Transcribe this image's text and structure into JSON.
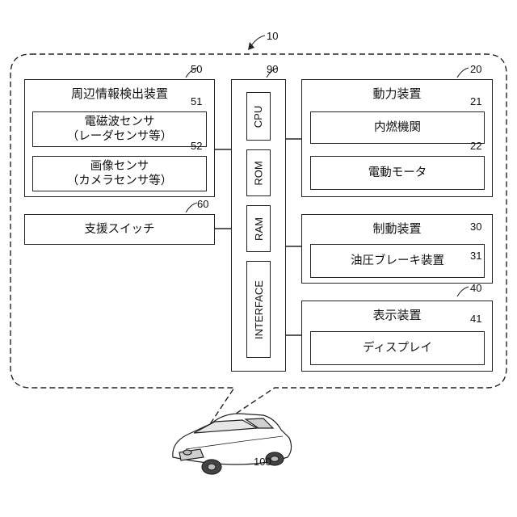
{
  "system": {
    "ref": "10"
  },
  "peripheral": {
    "ref": "50",
    "title": "周辺情報検出装置",
    "em_sensor": {
      "ref": "51",
      "line1": "電磁波センサ",
      "line2": "（レーダセンサ等）"
    },
    "image_sensor": {
      "ref": "52",
      "line1": "画像センサ",
      "line2": "（カメラセンサ等）"
    }
  },
  "support_switch": {
    "ref": "60",
    "label": "支援スイッチ"
  },
  "ecu": {
    "ref": "90",
    "cpu": "CPU",
    "rom": "ROM",
    "ram": "RAM",
    "interface": "INTERFACE"
  },
  "power": {
    "ref": "20",
    "title": "動力装置",
    "engine": {
      "ref": "21",
      "label": "内燃機関"
    },
    "motor": {
      "ref": "22",
      "label": "電動モータ"
    }
  },
  "brake": {
    "ref": "30",
    "title": "制動装置",
    "hydraulic": {
      "ref": "31",
      "label": "油圧ブレーキ装置"
    }
  },
  "display": {
    "ref": "40",
    "title": "表示装置",
    "screen": {
      "ref": "41",
      "label": "ディスプレイ"
    }
  },
  "vehicle": {
    "ref": "100"
  }
}
